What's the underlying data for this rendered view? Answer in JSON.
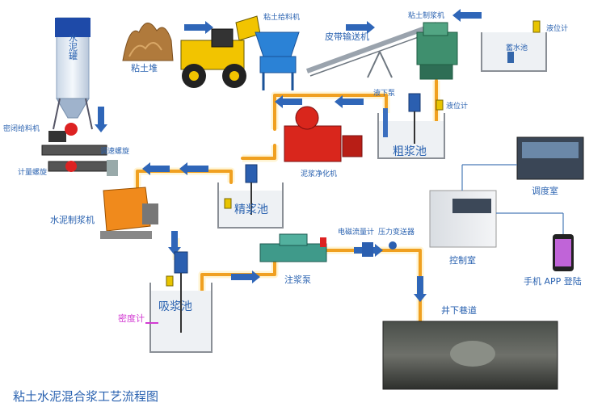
{
  "labels": {
    "cement_silo": "水泥罐",
    "clay_pile": "粘土堆",
    "clay_feeder": "粘土给料机",
    "belt_conveyor": "皮带输送机",
    "clay_pulper": "粘土制浆机",
    "water_tank": "蓄水池",
    "level_gauge_top": "液位计",
    "liquid_pump": "液下泵",
    "level_gauge_mid": "液位计",
    "coarse_tank": "粗浆池",
    "mud_purifier": "泥浆净化机",
    "sealed_feeder": "密闭给料机",
    "speed_screw": "调速螺旋",
    "metering_screw": "计量螺旋",
    "fine_tank": "精浆池",
    "cement_pulper": "水泥制浆机",
    "dispatch_room": "调度室",
    "control_room": "控制室",
    "mobile_app": "手机 APP 登陆",
    "em_flowmeter": "电磁流量计",
    "pressure_transmitter": "压力变送器",
    "grout_pump": "注浆泵",
    "suction_tank": "吸浆池",
    "density_meter": "密度计",
    "tunnel": "井下巷道",
    "diagram_title": "粘土水泥混合浆工艺流程图"
  },
  "colors": {
    "label": "#2a62b0",
    "pipe": "#f0a020",
    "arrow": "#2f66b8",
    "density": "#d23ad2",
    "silo_top": "#1e4aa8"
  }
}
